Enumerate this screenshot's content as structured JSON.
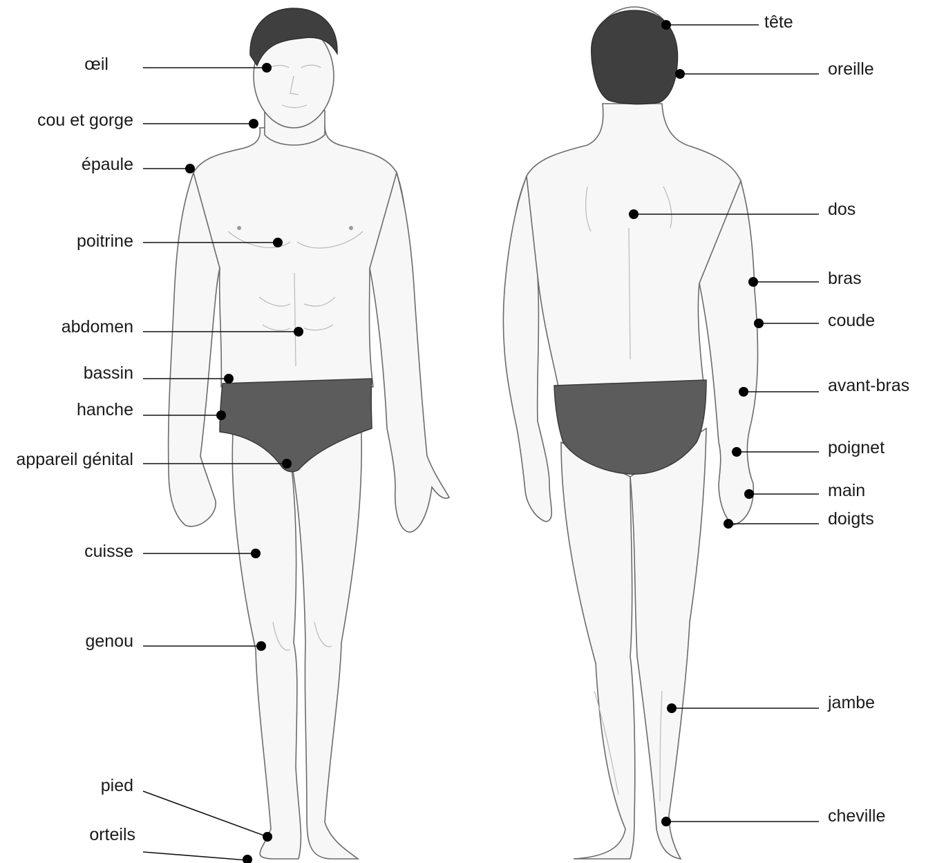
{
  "figures": {
    "front": {
      "icon": "human-figure-front-view"
    },
    "back": {
      "icon": "human-figure-back-view"
    }
  },
  "labels_left": {
    "oeil": "œil",
    "cou_gorge": "cou et gorge",
    "epaule": "épaule",
    "poitrine": "poitrine",
    "abdomen": "abdomen",
    "bassin": "bassin",
    "hanche": "hanche",
    "appareil_genital": "appareil génital",
    "cuisse": "cuisse",
    "genou": "genou",
    "pied": "pied",
    "orteils": "orteils"
  },
  "labels_right": {
    "tete": "tête",
    "oreille": "oreille",
    "dos": "dos",
    "bras": "bras",
    "coude": "coude",
    "avant_bras": "avant-bras",
    "poignet": "poignet",
    "main": "main",
    "doigts": "doigts",
    "jambe": "jambe",
    "cheville": "cheville"
  },
  "colors": {
    "leader": "#111111",
    "dot": "#000000",
    "hair": "#3f3f3f",
    "briefs": "#5c5c5c"
  }
}
